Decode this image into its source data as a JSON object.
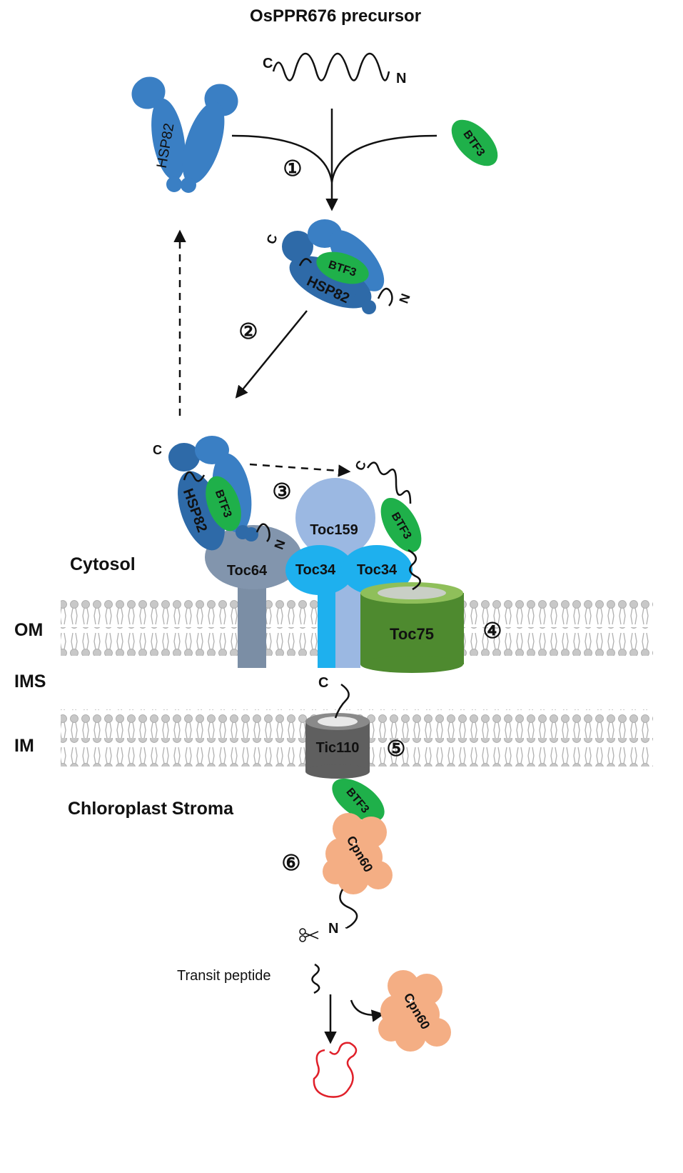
{
  "title": "OsPPR676  precursor",
  "terminal_c": "C",
  "terminal_n": "N",
  "proteins": {
    "hsp82": "HSP82",
    "btf3": "BTF3",
    "toc64": "Toc64",
    "toc159": "Toc159",
    "toc34": "Toc34",
    "toc75": "Toc75",
    "tic110": "Tic110",
    "cpn60": "Cpn60"
  },
  "compartments": {
    "cytosol": "Cytosol",
    "om": "OM",
    "ims": "IMS",
    "im": "IM",
    "stroma": "Chloroplast Stroma"
  },
  "steps": [
    "①",
    "②",
    "③",
    "④",
    "⑤",
    "⑥"
  ],
  "transit_peptide": "Transit peptide",
  "colors": {
    "hsp82": "#3a7fc4",
    "hsp82_dark": "#2e6aa8",
    "btf3": "#1fb04a",
    "toc64": "#8295ad",
    "toc159": "#9bb8e2",
    "toc34": "#1eb0ee",
    "toc75": "#4e8a2f",
    "tic110": "#5f5f5f",
    "cpn60": "#f4ae84",
    "membrane": "#c8c8c8",
    "folded_protein": "#e0202a"
  },
  "icons": [
    "scissors-icon"
  ]
}
